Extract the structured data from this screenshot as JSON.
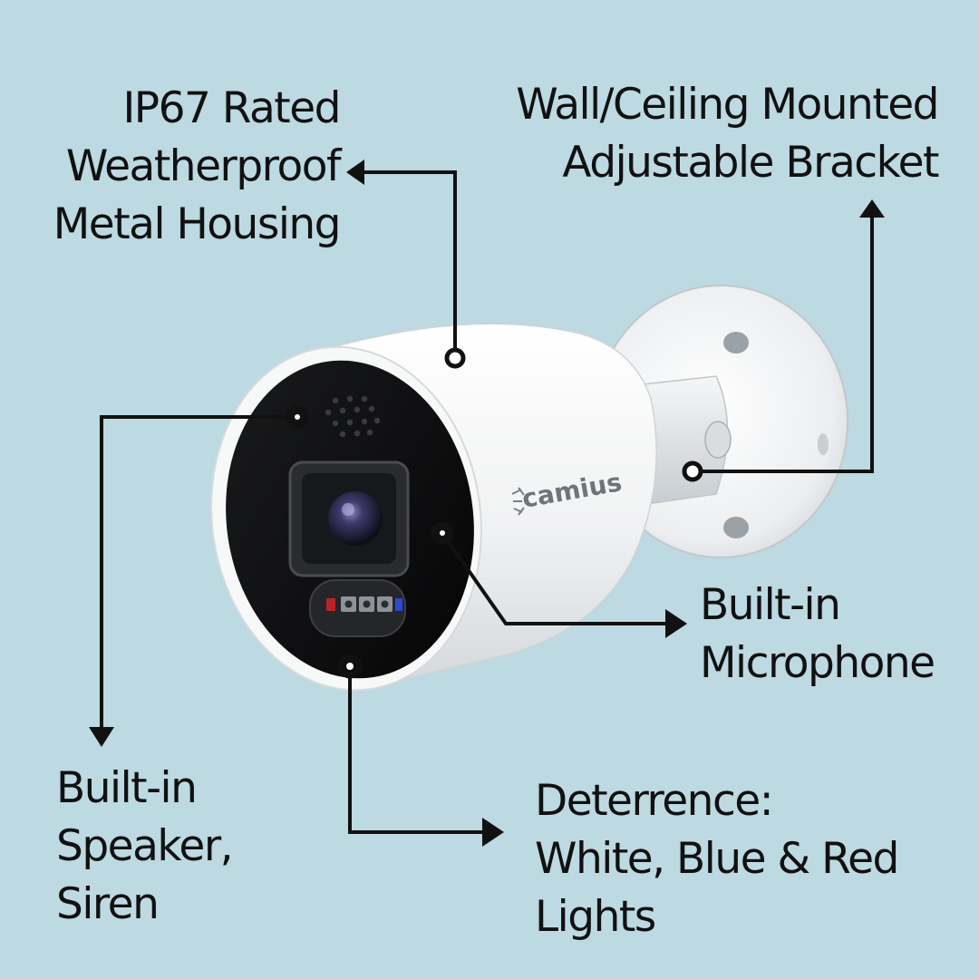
{
  "brand": {
    "logo_text": "camius"
  },
  "colors": {
    "background": "#bdd9e1",
    "text": "#111111",
    "leader_line": "#111111",
    "camera_body": "#f3f4f4",
    "camera_face": "#0b0b0c"
  },
  "callouts": {
    "housing": {
      "lines": [
        "IP67 Rated",
        "Weatherproof",
        "Metal Housing"
      ]
    },
    "bracket": {
      "lines": [
        "Wall/Ceiling Mounted",
        "Adjustable Bracket"
      ]
    },
    "microphone": {
      "lines": [
        "Built-in",
        "Microphone"
      ]
    },
    "speaker": {
      "lines": [
        "Built-in",
        "Speaker,",
        "Siren"
      ]
    },
    "lights": {
      "lines": [
        "Deterrence:",
        "White, Blue & Red",
        "Lights"
      ]
    }
  }
}
